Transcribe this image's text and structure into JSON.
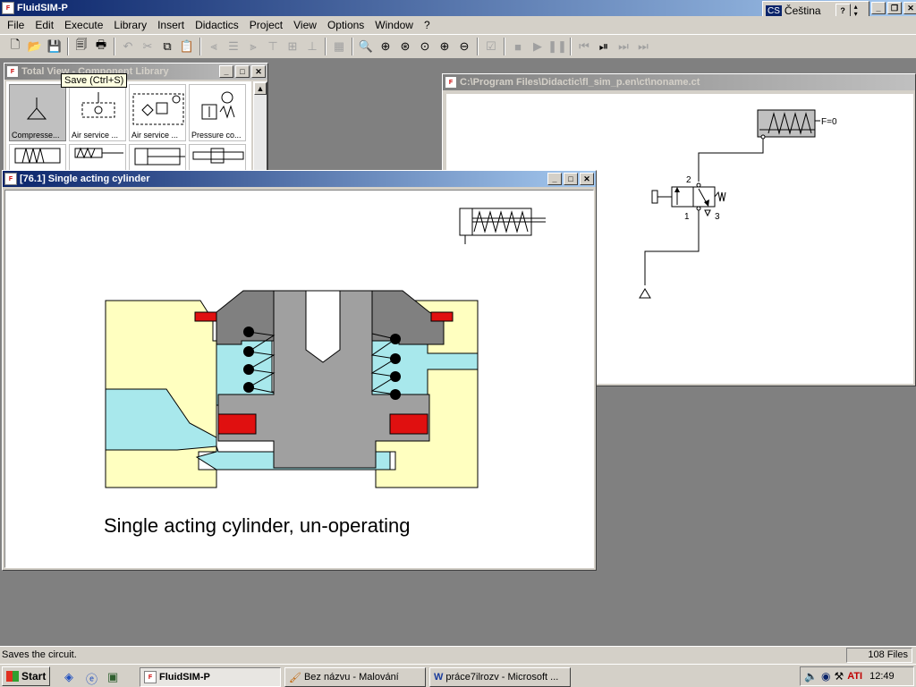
{
  "app": {
    "title": "FluidSIM-P",
    "language_badge": "CS",
    "language_name": "Čeština",
    "help_symbol": "?"
  },
  "menu": [
    "File",
    "Edit",
    "Execute",
    "Library",
    "Insert",
    "Didactics",
    "Project",
    "View",
    "Options",
    "Window",
    "?"
  ],
  "toolbar": {
    "groups": [
      [
        "new-icon",
        "open-icon",
        "save-icon"
      ],
      [
        "print-preview-icon",
        "print-icon"
      ],
      [
        "undo-icon",
        "cut-icon",
        "copy-icon",
        "paste-icon"
      ],
      [
        "align-left-icon",
        "align-center-icon",
        "align-right-icon",
        "align-top-icon",
        "align-middle-icon",
        "align-bottom-icon"
      ],
      [
        "grid-icon"
      ],
      [
        "zoom-fit-icon",
        "zoom-page-icon",
        "zoom-selection-icon",
        "zoom-previous-icon",
        "zoom-in-icon",
        "zoom-out-icon"
      ],
      [
        "check-icon"
      ],
      [
        "stop-icon",
        "play-icon",
        "pause-icon"
      ],
      [
        "reset-icon",
        "single-step-icon",
        "step-icon",
        "run-to-end-icon"
      ]
    ],
    "tooltip": "Save  (Ctrl+S)"
  },
  "library_window": {
    "title": "Total View - Component Library",
    "items": [
      "Compresse...",
      "Air service ...",
      "Air service ...",
      "Pressure co..."
    ]
  },
  "circuit_window": {
    "title": "C:\\Program Files\\Didactic\\fl_sim_p.en\\ct\\noname.ct",
    "force_label": "F=0",
    "port_2": "2",
    "port_1": "1",
    "port_3": "3"
  },
  "didactic_window": {
    "title": "[76.1] Single acting cylinder",
    "caption": "Single acting cylinder, un-operating"
  },
  "status": {
    "message": "Saves the circuit.",
    "files": "108 Files"
  },
  "taskbar": {
    "start_label": "Start",
    "tasks": [
      "FluidSIM-P",
      "Bez názvu - Malování",
      "práce7ilrozv - Microsoft ..."
    ],
    "clock": "12:49"
  },
  "colors": {
    "title_active": "#0a246a",
    "title_inactive": "#808080",
    "desktop": "#808080",
    "face": "#d4d0c8",
    "air": "#a8e8ec",
    "housing": "#ffffc0",
    "piston": "#a0a0a0",
    "seal": "#e01010"
  }
}
